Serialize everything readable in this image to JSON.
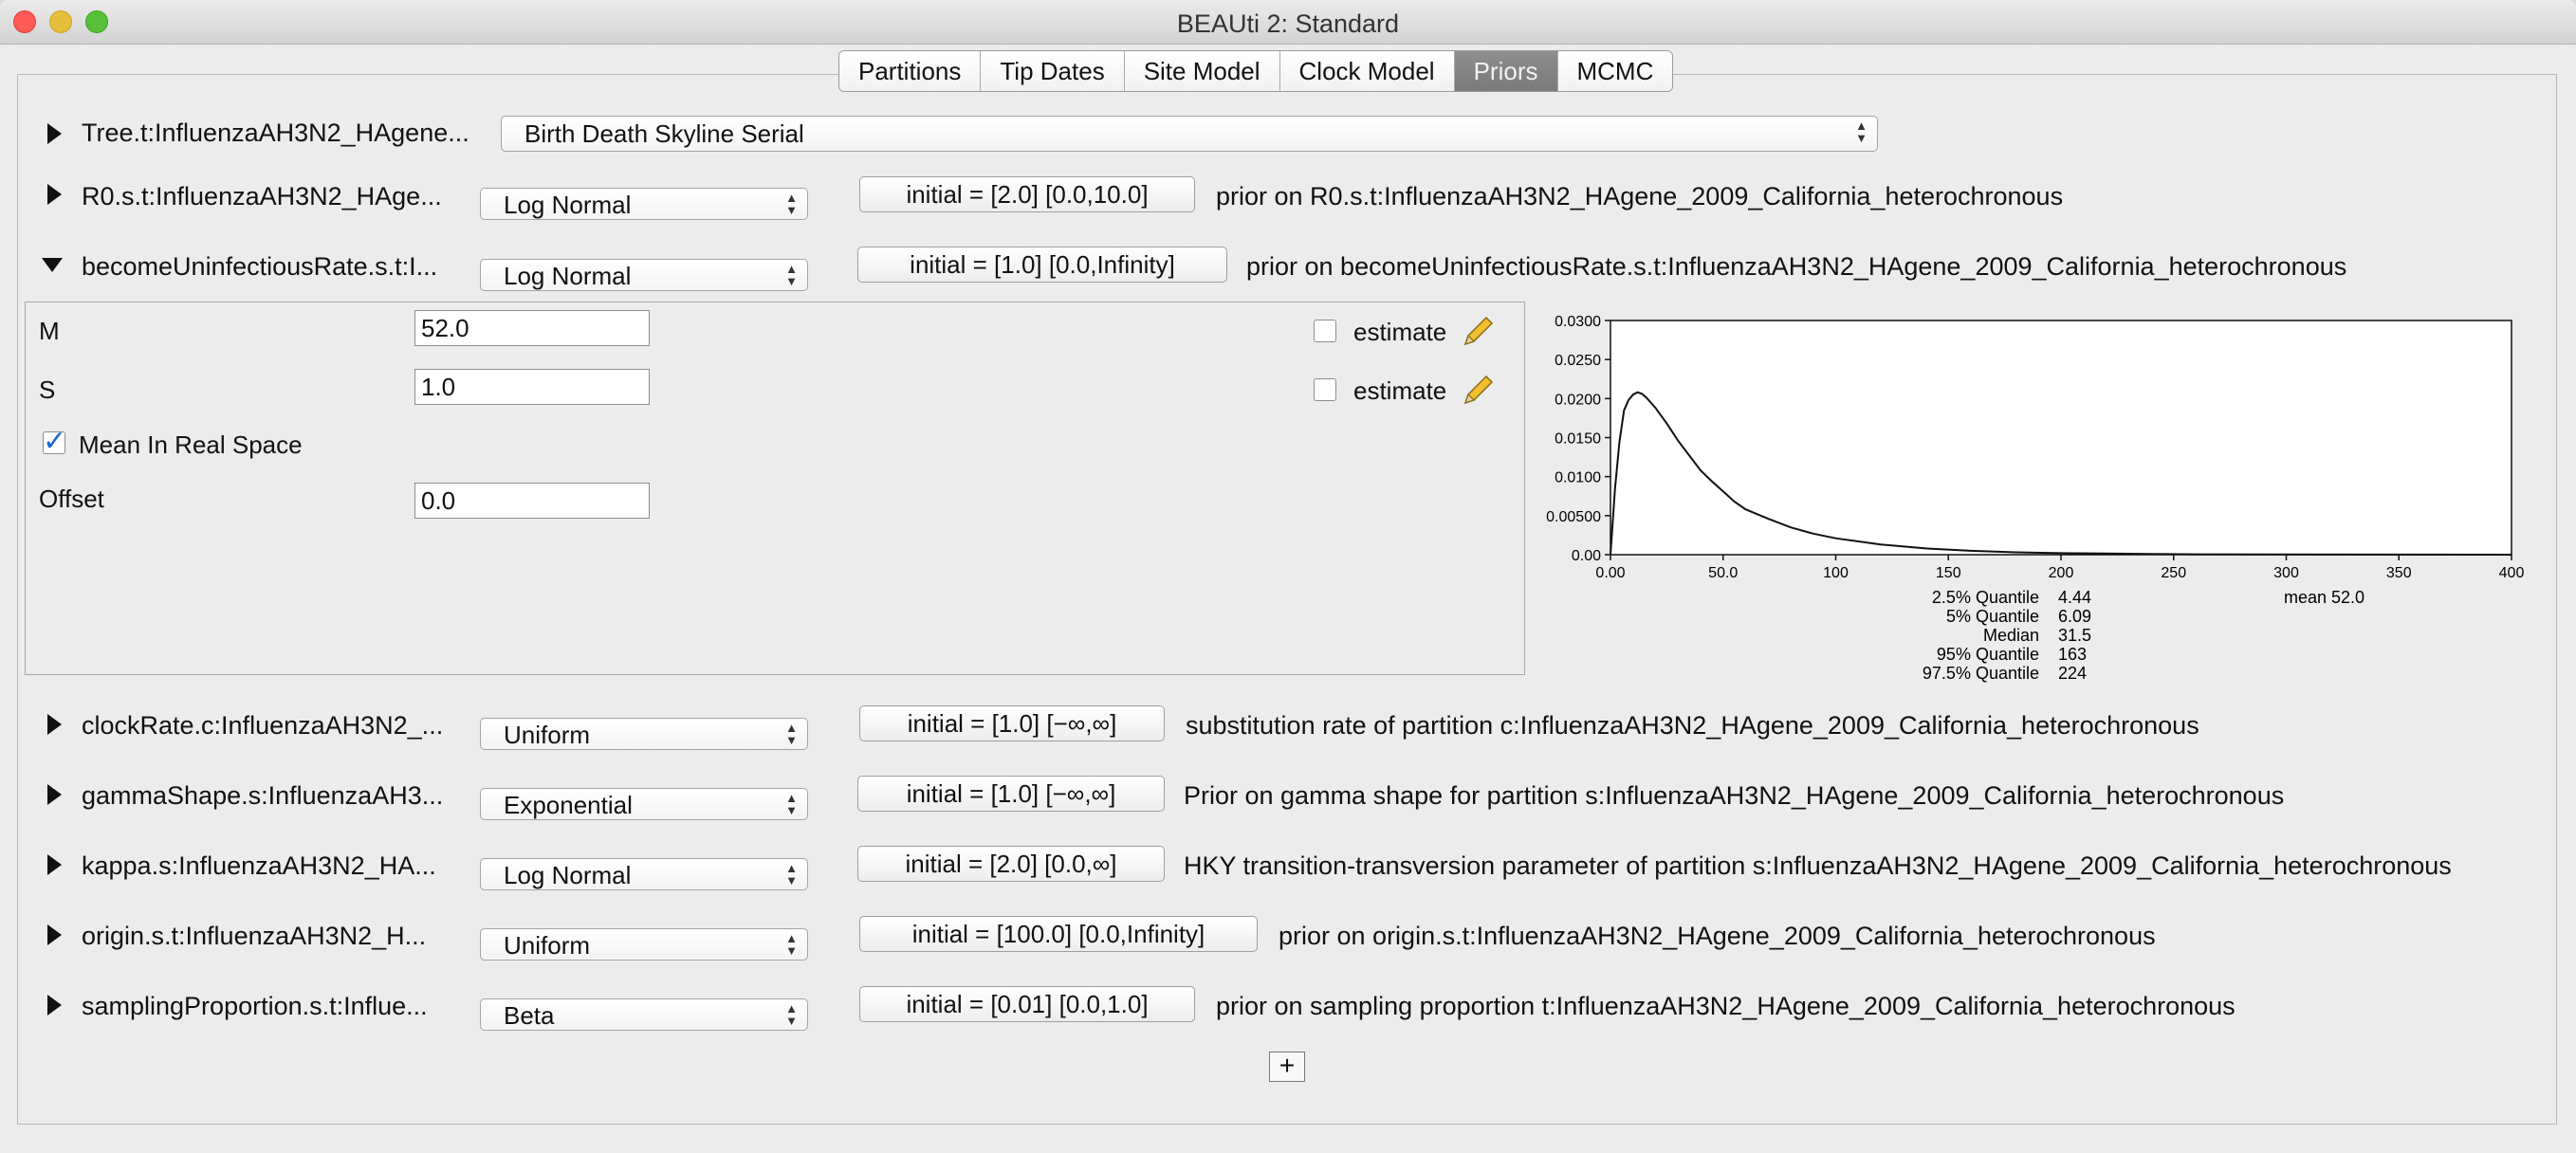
{
  "window": {
    "title": "BEAUti 2: Standard"
  },
  "tabs": [
    {
      "label": "Partitions",
      "active": false
    },
    {
      "label": "Tip Dates",
      "active": false
    },
    {
      "label": "Site Model",
      "active": false
    },
    {
      "label": "Clock Model",
      "active": false
    },
    {
      "label": "Priors",
      "active": true
    },
    {
      "label": "MCMC",
      "active": false
    }
  ],
  "tree_prior": {
    "label": "Tree.t:InfluenzaAH3N2_HAgene...",
    "selected": "Birth Death Skyline Serial"
  },
  "priors": [
    {
      "label": "R0.s.t:InfluenzaAH3N2_HAge...",
      "distribution": "Log Normal",
      "initial": "initial = [2.0] [0.0,10.0]",
      "description": "prior on R0.s.t:InfluenzaAH3N2_HAgene_2009_California_heterochronous"
    },
    {
      "label": "becomeUninfectiousRate.s.t:I...",
      "distribution": "Log Normal",
      "initial": "initial = [1.0] [0.0,Infinity]",
      "description": "prior on becomeUninfectiousRate.s.t:InfluenzaAH3N2_HAgene_2009_California_heterochronous"
    },
    {
      "label": "clockRate.c:InfluenzaAH3N2_...",
      "distribution": "Uniform",
      "initial": "initial = [1.0] [−∞,∞]",
      "description": "substitution rate of partition c:InfluenzaAH3N2_HAgene_2009_California_heterochronous"
    },
    {
      "label": "gammaShape.s:InfluenzaAH3...",
      "distribution": "Exponential",
      "initial": "initial = [1.0] [−∞,∞]",
      "description": "Prior on gamma shape for partition s:InfluenzaAH3N2_HAgene_2009_California_heterochronous"
    },
    {
      "label": "kappa.s:InfluenzaAH3N2_HA...",
      "distribution": "Log Normal",
      "initial": "initial = [2.0] [0.0,∞]",
      "description": "HKY transition-transversion parameter of partition s:InfluenzaAH3N2_HAgene_2009_California_heterochronous"
    },
    {
      "label": "origin.s.t:InfluenzaAH3N2_H...",
      "distribution": "Uniform",
      "initial": "initial = [100.0] [0.0,Infinity]",
      "description": "prior on origin.s.t:InfluenzaAH3N2_HAgene_2009_California_heterochronous"
    },
    {
      "label": "samplingProportion.s.t:Influe...",
      "distribution": "Beta",
      "initial": "initial = [0.01] [0.0,1.0]",
      "description": "prior on sampling proportion t:InfluenzaAH3N2_HAgene_2009_California_heterochronous"
    }
  ],
  "expanded": {
    "m_label": "M",
    "m_value": "52.0",
    "s_label": "S",
    "s_value": "1.0",
    "estimate_label": "estimate",
    "mean_real_space_label": "Mean In Real Space",
    "mean_real_space_checked": true,
    "offset_label": "Offset",
    "offset_value": "0.0"
  },
  "add_button": "+",
  "chart_data": {
    "type": "line",
    "xlim": [
      0,
      400
    ],
    "ylim": [
      0,
      0.03
    ],
    "x_ticks": [
      "0.00",
      "50.0",
      "100",
      "150",
      "200",
      "250",
      "300",
      "350",
      "400"
    ],
    "y_ticks": [
      "0.0300",
      "0.0250",
      "0.0200",
      "0.0150",
      "0.0100",
      "0.00500",
      "0.00"
    ],
    "x": [
      0,
      2,
      4,
      6,
      8,
      10,
      12,
      14,
      16,
      20,
      25,
      30,
      35,
      40,
      45,
      50,
      55,
      60,
      70,
      80,
      90,
      100,
      120,
      140,
      160,
      180,
      200,
      220,
      240,
      260,
      300,
      350,
      400
    ],
    "y": [
      0,
      0.0085,
      0.0145,
      0.0185,
      0.0198,
      0.0205,
      0.0208,
      0.0206,
      0.0201,
      0.0188,
      0.0168,
      0.0146,
      0.0127,
      0.0108,
      0.0094,
      0.0081,
      0.0068,
      0.0058,
      0.0046,
      0.0035,
      0.0027,
      0.0021,
      0.0013,
      0.0008,
      0.0005,
      0.0003,
      0.0002,
      0.00015,
      0.0001,
      5e-05,
      2e-05,
      1e-05,
      0
    ],
    "stats": [
      {
        "label": "2.5% Quantile",
        "value": "4.44"
      },
      {
        "label": "5% Quantile",
        "value": "6.09"
      },
      {
        "label": "Median",
        "value": "31.5"
      },
      {
        "label": "95% Quantile",
        "value": "163"
      },
      {
        "label": "97.5% Quantile",
        "value": "224"
      }
    ],
    "mean_text": "mean 52.0"
  }
}
